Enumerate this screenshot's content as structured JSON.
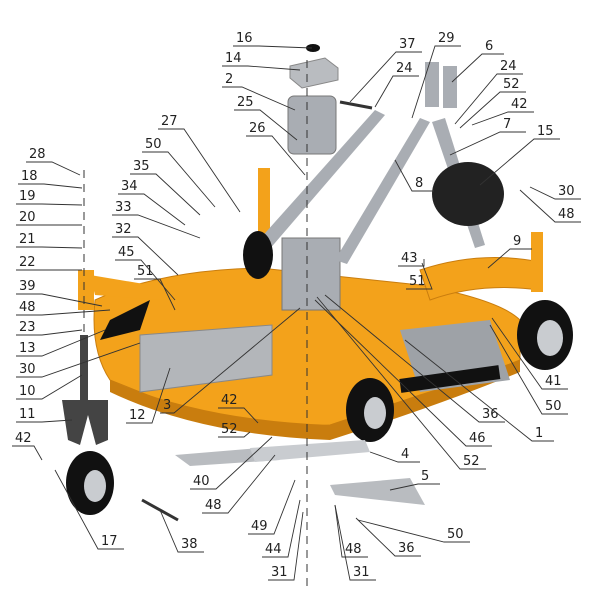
{
  "diagram": {
    "type": "exploded-parts-view",
    "colors": {
      "deck": "#f3a21b",
      "deck_dark": "#c97d0e",
      "metal": "#a9adb3",
      "rubber": "#1c1c1c",
      "label_line": "#333333"
    },
    "callouts": [
      "16",
      "14",
      "2",
      "25",
      "26",
      "27",
      "50",
      "35",
      "34",
      "33",
      "32",
      "45",
      "51",
      "28",
      "18",
      "19",
      "20",
      "21",
      "22",
      "39",
      "48",
      "23",
      "13",
      "30",
      "10",
      "11",
      "42",
      "12",
      "3",
      "42",
      "52",
      "40",
      "48",
      "49",
      "44",
      "31",
      "31",
      "48",
      "36",
      "50",
      "5",
      "4",
      "52",
      "1",
      "46",
      "36",
      "50",
      "41",
      "9",
      "43",
      "51",
      "15",
      "7",
      "30",
      "48",
      "42",
      "52",
      "24",
      "6",
      "29",
      "24",
      "37",
      "8",
      "17",
      "38"
    ]
  }
}
